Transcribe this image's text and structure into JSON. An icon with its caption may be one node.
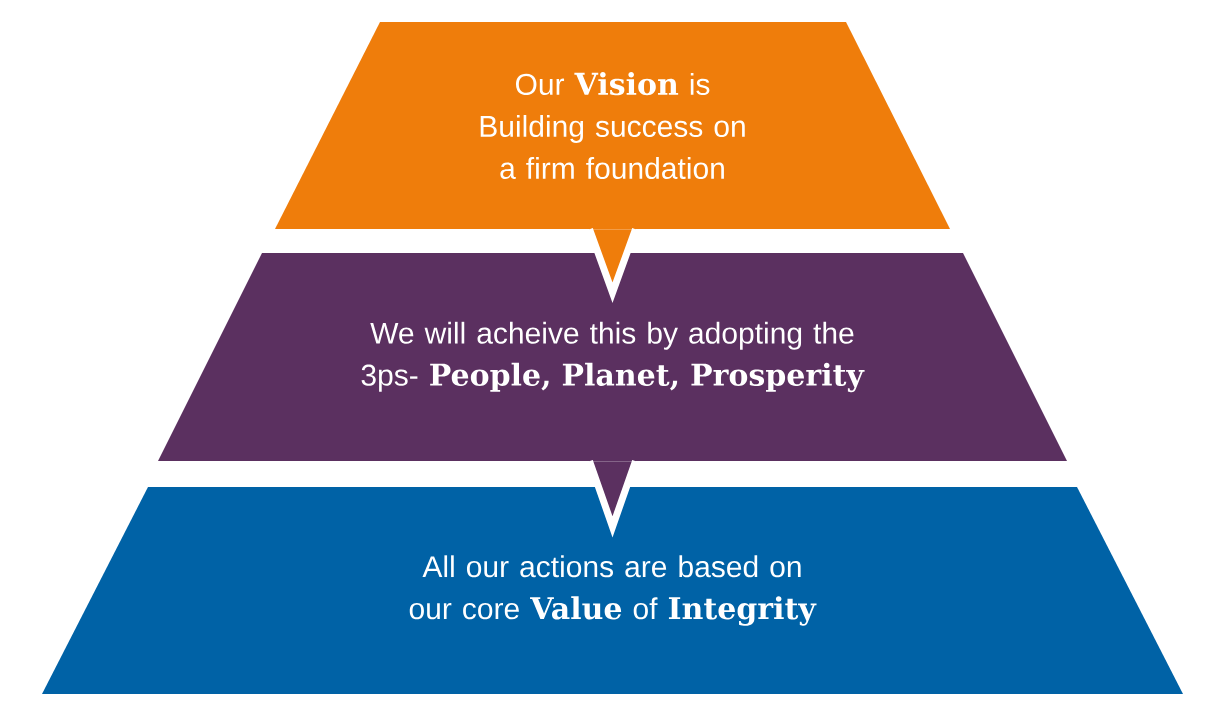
{
  "diagram": {
    "nodes": [
      {
        "text": [
          "Our **Vision** is",
          "Building success on a firm foundation"
        ]
      },
      {
        "text": [
          "We will acheive this by adopting the 3ps- **People, Planet, Prosperity**"
        ]
      },
      {
        "text": [
          "All our actions are based on our core **Value** of **Integrity**"
        ]
      }
    ],
    "edges": [
      {
        "from": 0,
        "to": 1,
        "arrow": "to"
      },
      {
        "from": 1,
        "to": 2,
        "arrow": "to"
      }
    ]
  }
}
